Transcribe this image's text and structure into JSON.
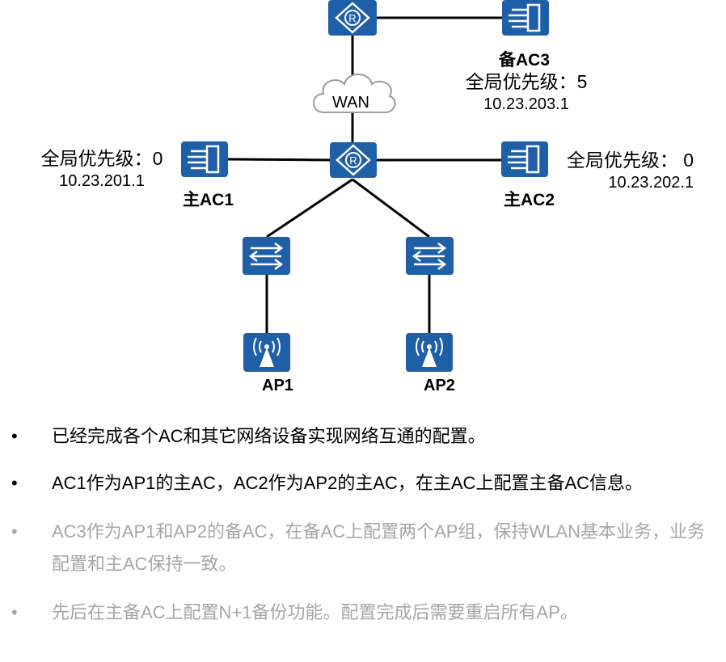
{
  "diagram": {
    "wan_label": "WAN",
    "ac3": {
      "name": "备AC3",
      "priority": "全局优先级：5",
      "ip": "10.23.203.1"
    },
    "ac1": {
      "name": "主AC1",
      "priority": "全局优先级：0",
      "ip": "10.23.201.1"
    },
    "ac2": {
      "name": "主AC2",
      "priority": "全局优先级： 0",
      "ip": "10.23.202.1"
    },
    "ap1": {
      "name": "AP1"
    },
    "ap2": {
      "name": "AP2"
    },
    "colors": {
      "device": "#1f5fa8",
      "line": "#000000",
      "muted_text": "#a6a6a6"
    },
    "icons": {
      "router": "router-icon",
      "ac": "access-controller-icon",
      "switch": "switch-icon",
      "ap": "wireless-ap-icon",
      "cloud": "cloud-icon"
    }
  },
  "notes": [
    {
      "bullet": "•",
      "text": "已经完成各个AC和其它网络设备实现网络互通的配置。",
      "muted": false
    },
    {
      "bullet": "•",
      "text": "AC1作为AP1的主AC，AC2作为AP2的主AC，在主AC上配置主备AC信息。",
      "muted": false
    },
    {
      "bullet": "•",
      "text": "AC3作为AP1和AP2的备AC，在备AC上配置两个AP组，保持WLAN基本业务，业务配置和主AC保持一致。",
      "muted": true
    },
    {
      "bullet": "•",
      "text": "先后在主备AC上配置N+1备份功能。配置完成后需要重启所有AP。",
      "muted": true
    }
  ]
}
